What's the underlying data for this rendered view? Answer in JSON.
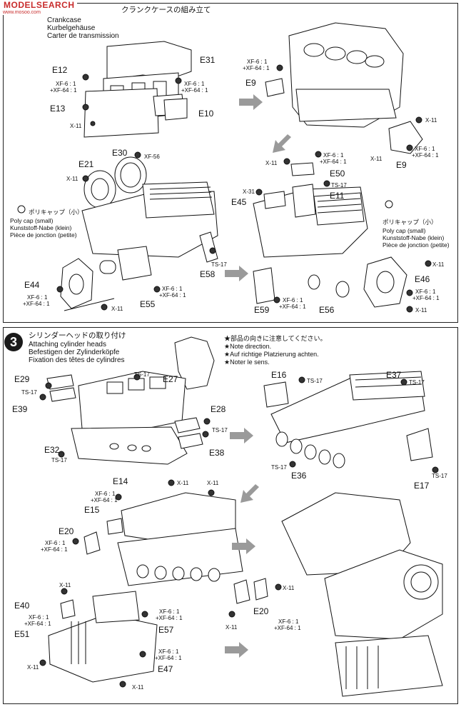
{
  "watermark": {
    "text": "MODELSEARCH",
    "sub": "www.mosoo.com"
  },
  "step2": {
    "title_jp": "クランクケースの組み立て",
    "title_en": "Crankcase",
    "title_de": "Kurbelgehäuse",
    "title_fr": "Carter de transmission",
    "parts": {
      "e31": "E31",
      "e12": "E12",
      "e13": "E13",
      "e10": "E10",
      "e9a": "E9",
      "e9b": "E9",
      "e30": "E30",
      "e21": "E21",
      "e50": "E50",
      "e11": "E11",
      "e45": "E45",
      "e44": "E44",
      "e55": "E55",
      "e58": "E58",
      "e59": "E59",
      "e56": "E56",
      "e46": "E46"
    },
    "paints": {
      "xf6": "XF-6 : 1",
      "xf64": "+XF-64 : 1",
      "x11": "X-11",
      "xf56": "XF-56",
      "ts17": "TS-17",
      "x31": "X-31"
    },
    "polycap": {
      "jp": "ポリキャップ（小）",
      "en": "Poly cap (small)",
      "de": "Kunststoff-Nabe (klein)",
      "fr": "Pièce de jonction (petite)"
    }
  },
  "step3": {
    "number": "3",
    "title_jp": "シリンダーヘッドの取り付け",
    "title_en": "Attaching cylinder heads",
    "title_de": "Befestigen der Zylinderköpfe",
    "title_fr": "Fixation des têtes de cylindres",
    "notes": [
      "★部品の向きに注意してください。",
      "★Note direction.",
      "★Auf richtige Platzierung achten.",
      "★Noter le sens."
    ],
    "parts": {
      "e29": "E29",
      "e39": "E39",
      "e27": "E27",
      "e28": "E28",
      "e32": "E32",
      "e38": "E38",
      "e16": "E16",
      "e37": "E37",
      "e36": "E36",
      "e17": "E17",
      "e14": "E14",
      "e15": "E15",
      "e20a": "E20",
      "e20b": "E20",
      "e40": "E40",
      "e51": "E51",
      "e57": "E57",
      "e47": "E47"
    },
    "paints": {
      "ts17": "TS-17",
      "x11": "X-11",
      "xf6": "XF-6 : 1",
      "xf64": "+XF-64 : 1"
    }
  },
  "colors": {
    "ink": "#111111",
    "panel_border": "#222222",
    "watermark": "#c82c2c",
    "paper": "#ffffff"
  }
}
